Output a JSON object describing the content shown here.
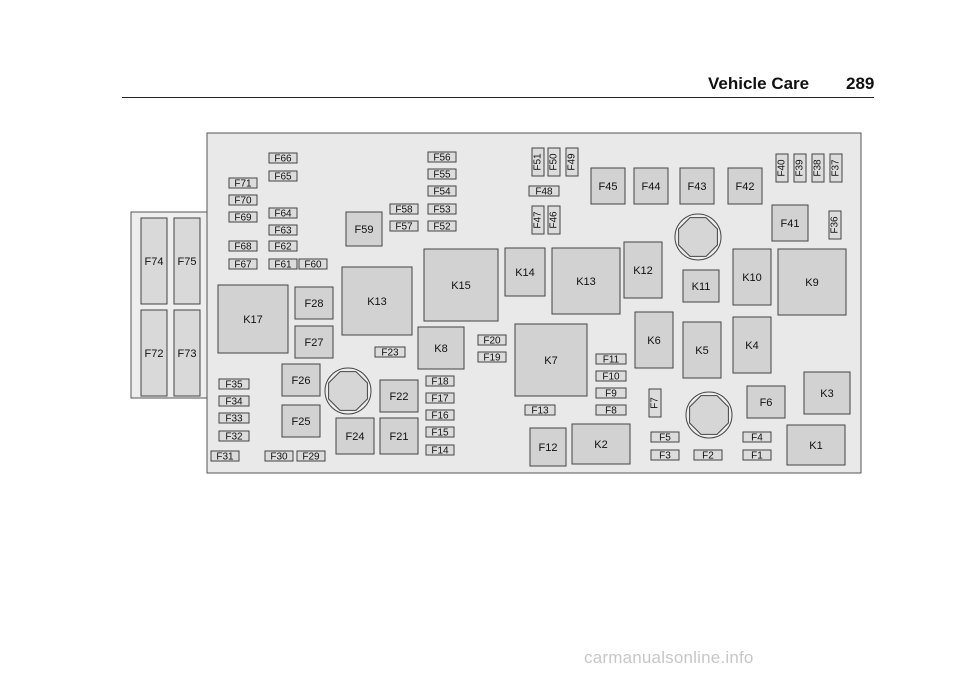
{
  "header": {
    "section_title": "Vehicle Care",
    "page_number": "289"
  },
  "footer": {
    "watermark": "carmanualsonline.info"
  },
  "diagram": {
    "fuses": [
      "F1",
      "F2",
      "F3",
      "F4",
      "F5",
      "F6",
      "F7",
      "F8",
      "F9",
      "F10",
      "F11",
      "F12",
      "F13",
      "F14",
      "F15",
      "F16",
      "F17",
      "F18",
      "F19",
      "F20",
      "F21",
      "F22",
      "F23",
      "F24",
      "F25",
      "F26",
      "F27",
      "F28",
      "F29",
      "F30",
      "F31",
      "F32",
      "F33",
      "F34",
      "F35",
      "F36",
      "F37",
      "F38",
      "F39",
      "F40",
      "F41",
      "F42",
      "F43",
      "F44",
      "F45",
      "F46",
      "F47",
      "F48",
      "F49",
      "F50",
      "F51",
      "F52",
      "F53",
      "F54",
      "F55",
      "F56",
      "F57",
      "F58",
      "F59",
      "F60",
      "F61",
      "F62",
      "F63",
      "F64",
      "F65",
      "F66",
      "F67",
      "F68",
      "F69",
      "F70",
      "F71",
      "F72",
      "F73",
      "F74",
      "F75"
    ],
    "relays": [
      "K1",
      "K2",
      "K3",
      "K4",
      "K5",
      "K6",
      "K7",
      "K8",
      "K9",
      "K10",
      "K11",
      "K12",
      "K13",
      "K13",
      "K14",
      "K15",
      "K17"
    ]
  }
}
